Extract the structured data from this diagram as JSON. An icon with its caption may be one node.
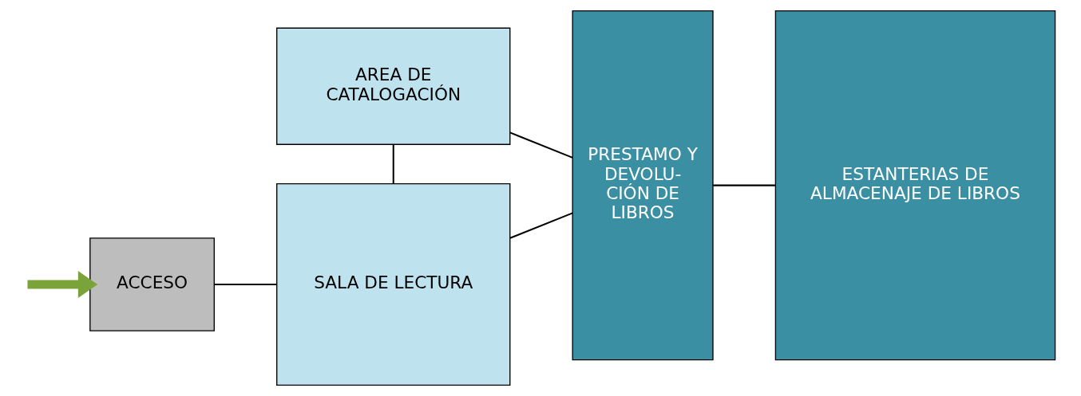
{
  "diagram": {
    "nodes": [
      {
        "text": [
          "ACCESO"
        ]
      },
      {
        "text": [
          "SALA DE LECTURA"
        ]
      },
      {
        "text": [
          "AREA DE CATALOGACIÓN"
        ]
      },
      {
        "text": [
          "PRESTAMO Y DEVOLU- CIÓN DE LIBROS"
        ]
      },
      {
        "text": [
          "ESTANTERIAS DE ALMACENAJE DE LIBROS"
        ]
      }
    ],
    "edges": [
      {
        "from": null,
        "to": 0,
        "arrow": "to",
        "style": "thick",
        "color": "#7aa33a"
      },
      {
        "from": 0,
        "to": 1,
        "arrow": "none"
      },
      {
        "from": 1,
        "to": 3,
        "arrow": "none"
      },
      {
        "from": 1,
        "to": 2,
        "arrow": "none"
      },
      {
        "from": 2,
        "to": 3,
        "arrow": "none"
      },
      {
        "from": 3,
        "to": 4,
        "arrow": "none"
      }
    ]
  }
}
